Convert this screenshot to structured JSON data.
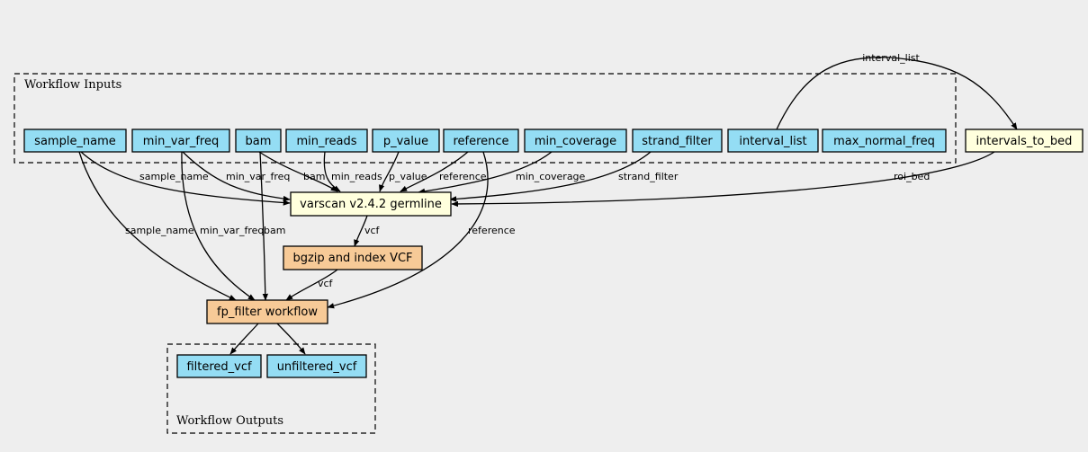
{
  "colors": {
    "background": "#eeeeee",
    "input_node": "#94ddf4",
    "step_node": "#ffffdd",
    "subworkflow_node": "#f7ca97",
    "output_node": "#94ddf4"
  },
  "clusters": {
    "inputs_title": "Workflow Inputs",
    "outputs_title": "Workflow Outputs"
  },
  "nodes": {
    "sample_name": "sample_name",
    "min_var_freq": "min_var_freq",
    "bam": "bam",
    "min_reads": "min_reads",
    "p_value": "p_value",
    "reference": "reference",
    "min_coverage": "min_coverage",
    "strand_filter": "strand_filter",
    "interval_list": "interval_list",
    "max_normal_freq": "max_normal_freq",
    "intervals_to_bed": "intervals_to_bed",
    "varscan": "varscan v2.4.2 germline",
    "bgzip": "bgzip and index VCF",
    "fp_filter": "fp_filter workflow",
    "filtered_vcf": "filtered_vcf",
    "unfiltered_vcf": "unfiltered_vcf"
  },
  "edge_labels": {
    "interval_list_top": "interval_list",
    "sample_name_varscan": "sample_name",
    "min_var_freq_varscan": "min_var_freq",
    "bam_varscan": "bam",
    "min_reads_varscan": "min_reads",
    "p_value_varscan": "p_value",
    "reference_varscan": "reference",
    "min_coverage_varscan": "min_coverage",
    "strand_filter_varscan": "strand_filter",
    "roi_bed": "roi_bed",
    "vcf_varscan_bgzip": "vcf",
    "vcf_bgzip_fp": "vcf",
    "sample_name_fp": "sample_name",
    "min_var_freq_fp": "min_var_freq",
    "bam_fp": "bam",
    "reference_fp": "reference"
  }
}
